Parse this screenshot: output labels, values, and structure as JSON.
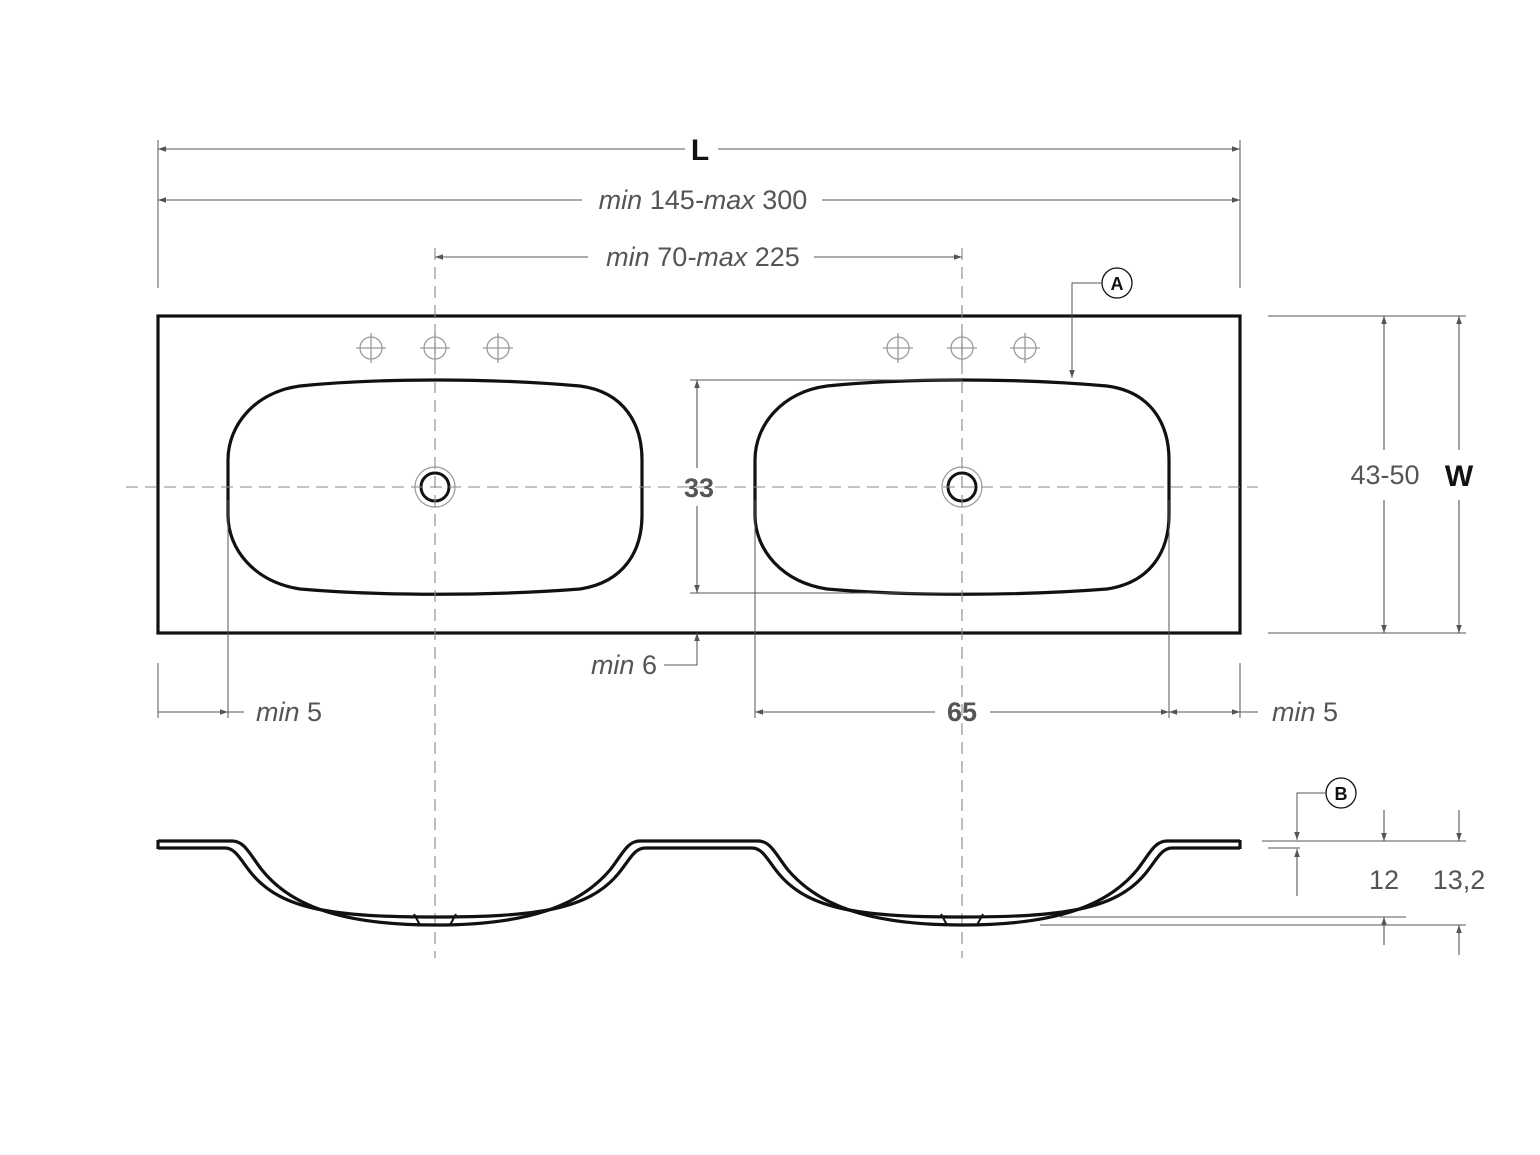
{
  "labels": {
    "length_symbol": "L",
    "width_symbol": "W",
    "length_range": {
      "min_word": "min",
      "min_value": "145",
      "max_word": "-max",
      "max_value": "300"
    },
    "center_distance": {
      "min_word": "min",
      "min_value": "70",
      "max_word": "-max",
      "max_value": "225"
    },
    "bowl_depth_dim": "33",
    "bowl_width_dim": "65",
    "width_range": "43-50",
    "back_margin": {
      "min_word": "min",
      "value": "6"
    },
    "left_margin": {
      "min_word": "min",
      "value": "5"
    },
    "right_margin": {
      "min_word": "min",
      "value": "5"
    },
    "thickness": "12",
    "total_thickness": "13,2",
    "callout_a": "A",
    "callout_b": "B"
  }
}
